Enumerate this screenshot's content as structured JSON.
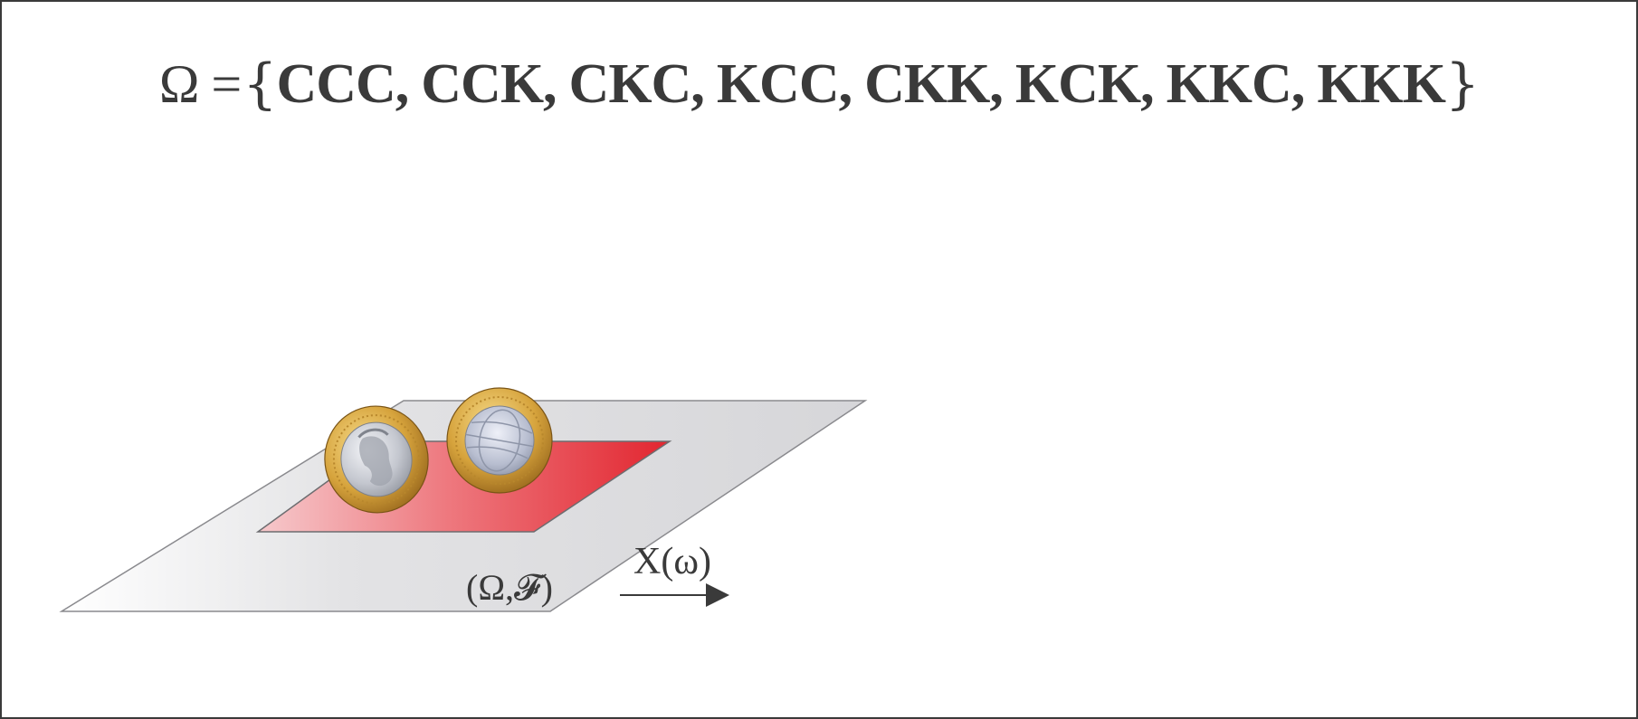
{
  "formula": {
    "lhs": "Ω =",
    "open_brace": "{",
    "close_brace": "}",
    "outcomes": [
      "CCC",
      "CCK",
      "CKC",
      "KCC",
      "CKK",
      "KCK",
      "KKC",
      "KKK"
    ],
    "separator": ","
  },
  "labels": {
    "space_label": "(Ω,𝓕)",
    "map_label": "X(ω)"
  },
  "colors": {
    "ink": "#3a3a3a",
    "plane": "#dcdcde",
    "event_region": "#e8323a",
    "coin_rim": "#d4a23a",
    "coin_center": "#c9ccd4"
  }
}
